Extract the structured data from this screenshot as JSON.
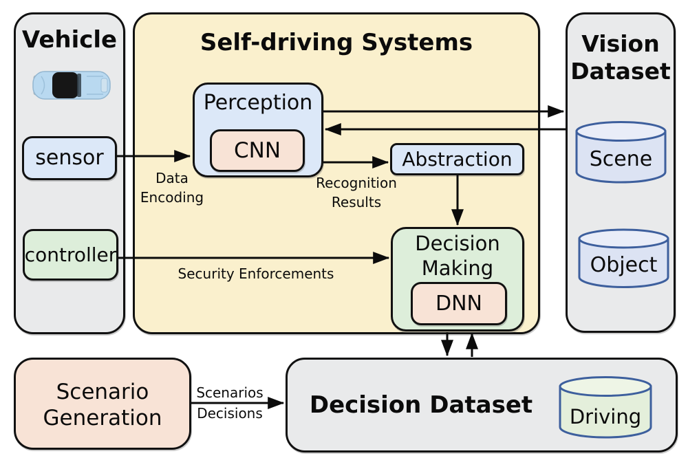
{
  "vehicle": {
    "title": "Vehicle",
    "sensor": "sensor",
    "controller": "controller"
  },
  "self_driving": {
    "title": "Self-driving Systems",
    "perception": "Perception",
    "cnn": "CNN",
    "abstraction": "Abstraction",
    "decision_making": {
      "line1": "Decision",
      "line2": "Making"
    },
    "dnn": "DNN"
  },
  "vision_dataset": {
    "title": {
      "line1": "Vision",
      "line2": "Dataset"
    },
    "scene": "Scene",
    "object": "Object"
  },
  "scenario_generation": {
    "line1": "Scenario",
    "line2": "Generation"
  },
  "decision_dataset": {
    "title": "Decision Dataset",
    "driving": "Driving"
  },
  "flow_labels": {
    "data_encoding": {
      "line1": "Data",
      "line2": "Encoding"
    },
    "recognition_results": {
      "line1": "Recognition",
      "line2": "Results"
    },
    "security_enforcements": "Security Enforcements",
    "scenarios": "Scenarios",
    "decisions": "Decisions"
  },
  "icons": {
    "car": "car-top-view-icon",
    "scene_db": "database-cylinder-icon",
    "object_db": "database-cylinder-icon",
    "driving_db": "database-cylinder-icon"
  },
  "colors": {
    "container_gray": "#e9eaeb",
    "system_yellow": "#faf0cd",
    "module_blue": "#dce8f8",
    "model_pink": "#f8e3d6",
    "control_green": "#ddeeda",
    "cylinder_stroke": "#3d5f9d",
    "cylinder_blue_body": "#dce3f3",
    "cylinder_blue_top": "#e9edf8",
    "cylinder_green_body": "#e4efdb",
    "cylinder_green_top": "#eef5e6",
    "outline_black": "#111111",
    "car_blue": "#b9d9f0"
  }
}
